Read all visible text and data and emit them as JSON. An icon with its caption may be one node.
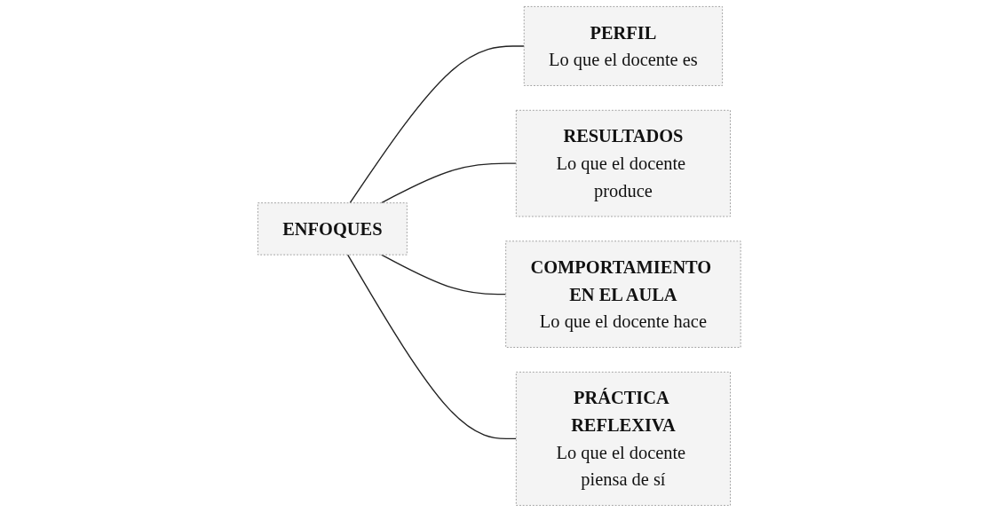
{
  "diagram": {
    "nodes": [
      {
        "text": [
          "ENFOQUES"
        ]
      },
      {
        "text": [
          "PERFIL",
          "Lo que el docente es"
        ]
      },
      {
        "text": [
          "RESULTADOS",
          "Lo que el docente produce"
        ]
      },
      {
        "text": [
          "COMPORTAMIENTO EN EL AULA",
          "Lo que el docente hace"
        ]
      },
      {
        "text": [
          "PRÁCTICA REFLEXIVA",
          "Lo que el docente piensa de sí"
        ]
      }
    ],
    "edges": [
      {
        "from": 0,
        "to": 1,
        "arrow": "none"
      },
      {
        "from": 0,
        "to": 2,
        "arrow": "none"
      },
      {
        "from": 0,
        "to": 3,
        "arrow": "none"
      },
      {
        "from": 0,
        "to": 4,
        "arrow": "none"
      }
    ]
  }
}
